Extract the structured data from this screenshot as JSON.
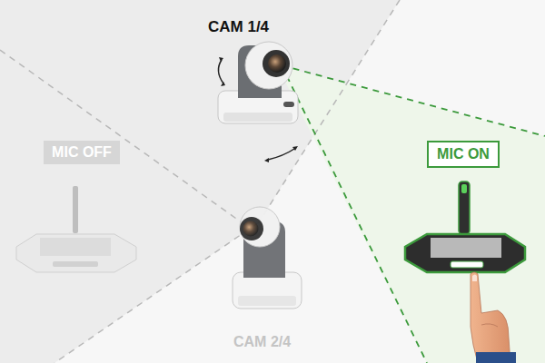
{
  "diagram": {
    "nodes": [
      {
        "text": [
          "MIC OFF"
        ]
      },
      {
        "text": [
          "MIC ON"
        ]
      }
    ],
    "labels": [
      "CAM 1/4",
      "CAM 2/4"
    ]
  }
}
